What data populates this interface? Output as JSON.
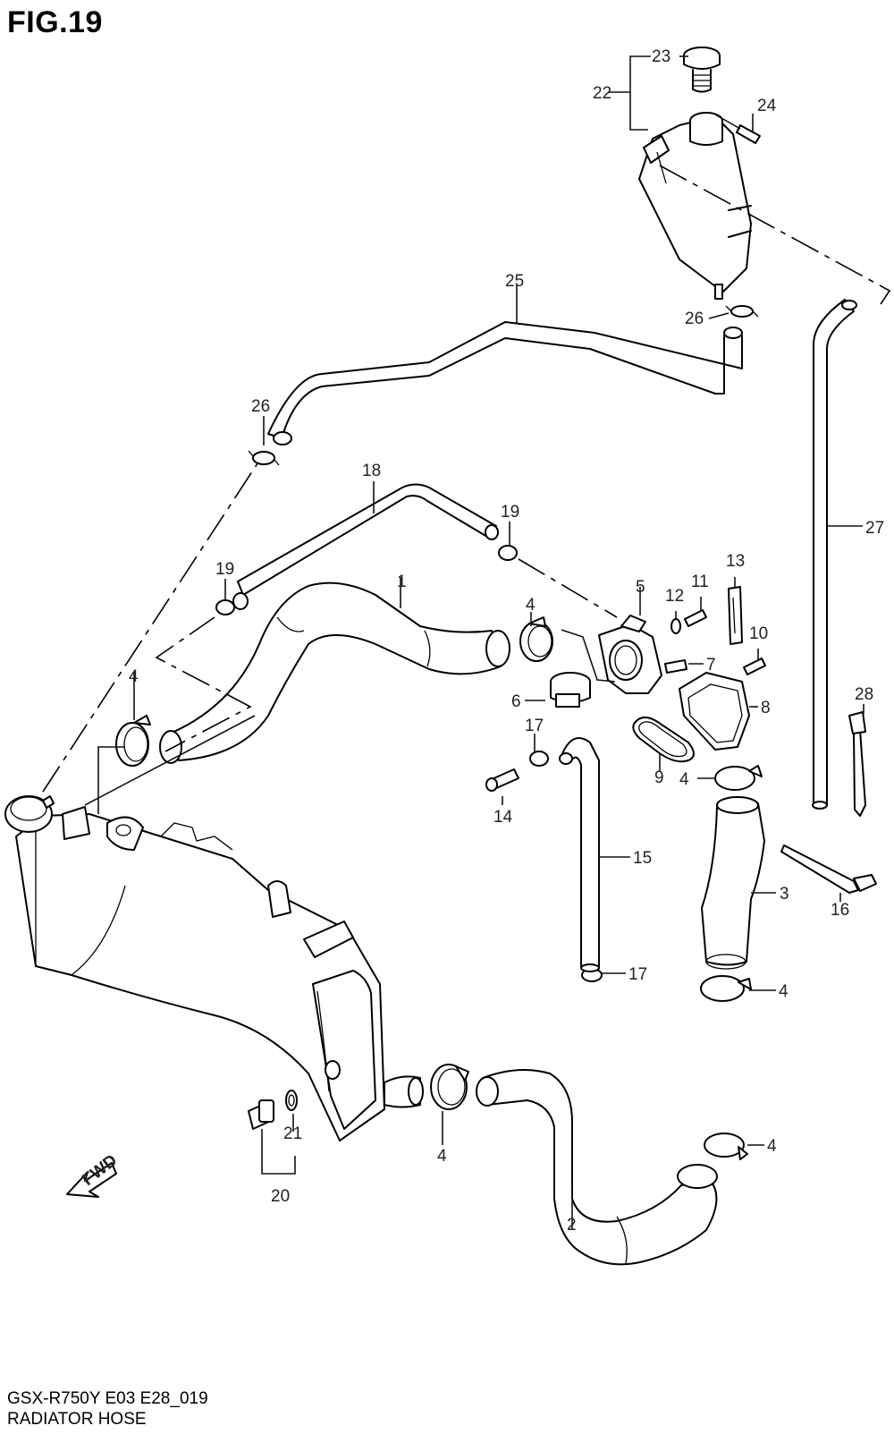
{
  "figure_title": "FIG.19",
  "model_code": "GSX-R750Y E03 E28_019",
  "section_title": "RADIATOR HOSE",
  "fwd_label": "FWD",
  "callouts": [
    "1",
    "2",
    "3",
    "4",
    "5",
    "6",
    "7",
    "8",
    "9",
    "10",
    "11",
    "12",
    "13",
    "14",
    "15",
    "16",
    "17",
    "18",
    "19",
    "20",
    "21",
    "22",
    "23",
    "24",
    "25",
    "26",
    "27",
    "28"
  ]
}
